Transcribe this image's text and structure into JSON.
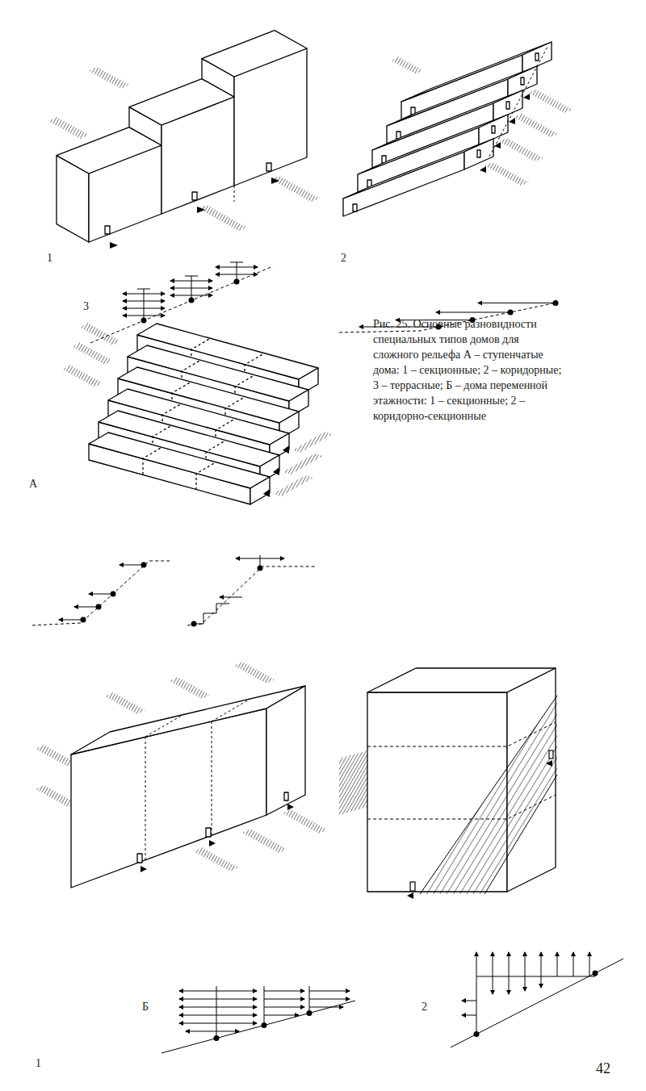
{
  "diagram": {
    "caption": "Рис. 25. Основные разновидности специальных типов домов для сложного рельефа А – ступенчатые дома: 1 – секционные; 2 – коридорные; 3 – террасные; Б – дома переменной этажности: 1 – секционные; 2 – коридорно-секционные",
    "labels": [
      "1",
      "2",
      "3",
      "А",
      "Б",
      "1",
      "2",
      "42"
    ]
  }
}
